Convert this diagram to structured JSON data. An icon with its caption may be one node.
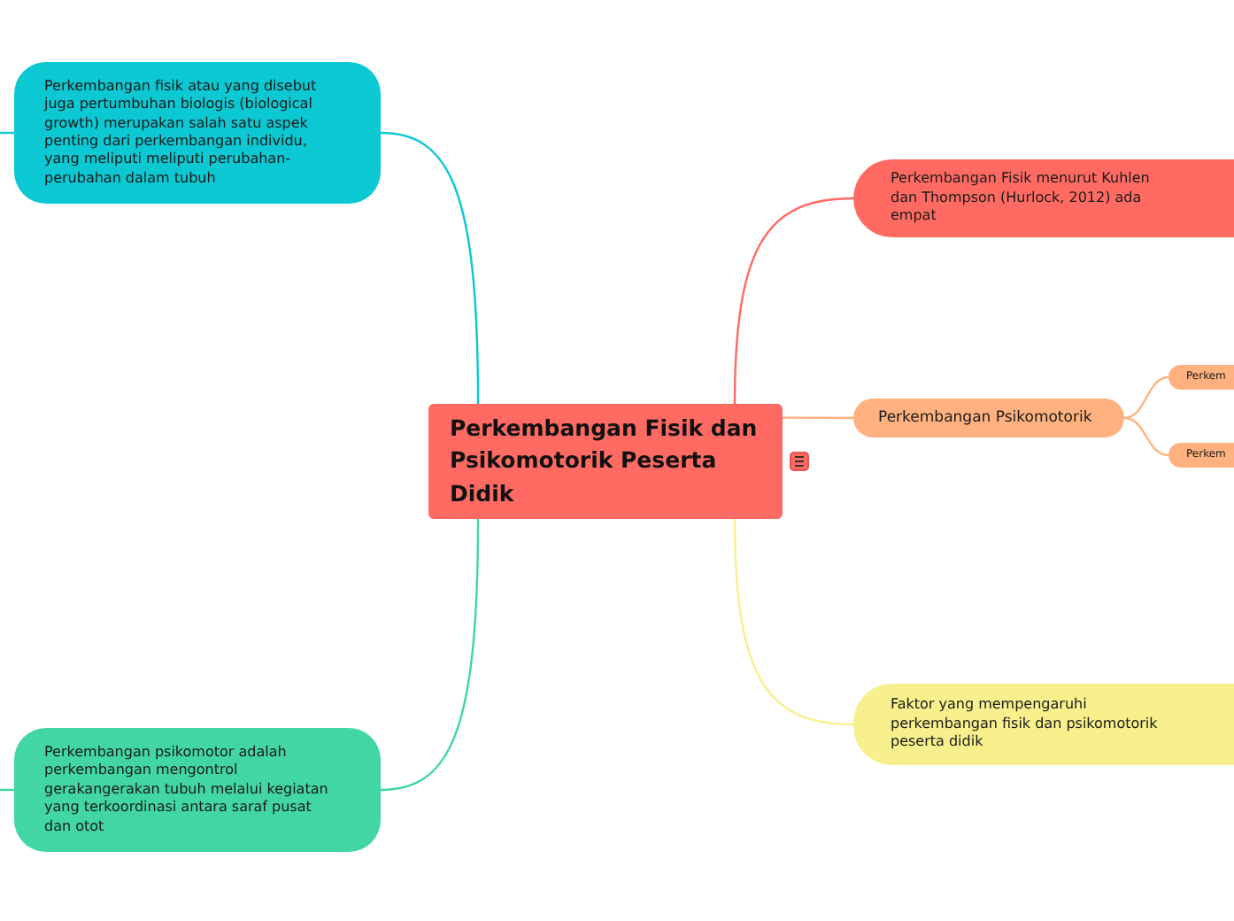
{
  "diagram": {
    "nodes": [
      {
        "text": [
          "Perkembangan Fisik dan Psikomotorik Peserta Didik"
        ]
      },
      {
        "text": [
          "Perkembangan fisik atau yang disebut juga pertumbuhan biologis (biological growth) merupakan salah satu aspek penting dari perkembangan individu, yang meliputi meliputi perubahan-perubahan dalam tubuh"
        ]
      },
      {
        "text": [
          "Perkembangan psikomotor adalah perkembangan mengontrol gerakangerakan tubuh melalui kegiatan yang terkoordinasi antara saraf pusat dan otot"
        ]
      },
      {
        "text": [
          "Perkembangan Fisik menurut Kuhlen dan Thompson (Hurlock, 2012) ada empat"
        ]
      },
      {
        "text": [
          "Perkembangan Psikomotorik"
        ]
      },
      {
        "text": [
          "Perkem"
        ]
      },
      {
        "text": [
          "Perkem"
        ]
      },
      {
        "text": [
          "Faktor yang mempengaruhi perkembangan fisik dan psikomotorik peserta didik"
        ]
      }
    ],
    "edges": [
      {
        "from": 0,
        "to": 1,
        "arrow": "none",
        "color": "#0bc8d2"
      },
      {
        "from": 1,
        "to": null,
        "arrow": "none",
        "color": "#0bc8d2"
      },
      {
        "from": 0,
        "to": 2,
        "arrow": "none",
        "color": "#42d6a4"
      },
      {
        "from": 2,
        "to": null,
        "arrow": "none",
        "color": "#42d6a4"
      },
      {
        "from": 0,
        "to": 3,
        "arrow": "none",
        "color": "#ff6b63"
      },
      {
        "from": 0,
        "to": 4,
        "arrow": "none",
        "color": "#ffb27f"
      },
      {
        "from": 4,
        "to": 5,
        "arrow": "none",
        "color": "#ffb27f"
      },
      {
        "from": 4,
        "to": 6,
        "arrow": "none",
        "color": "#ffb27f"
      },
      {
        "from": 0,
        "to": 7,
        "arrow": "none",
        "color": "#f7f08c"
      }
    ]
  }
}
